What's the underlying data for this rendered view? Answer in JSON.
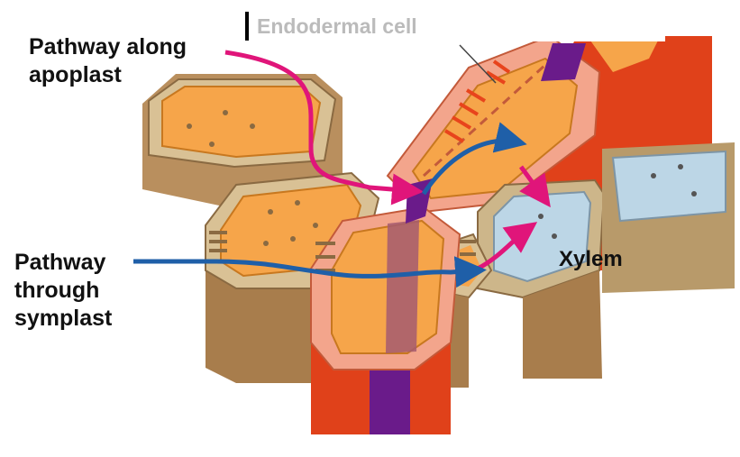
{
  "labels": {
    "apoplast": "Pathway along\napoplast",
    "symplast": "Pathway\nthrough\nsymplast",
    "xylem": "Xylem",
    "endodermal_cell": "Endodermal cell"
  },
  "colors": {
    "apoplast_arrow": "#e0157a",
    "symplast_arrow": "#1f5fa8",
    "casparian_strip": "#6a1b8a",
    "endodermis_wall": "#e8441c",
    "cell_wall": "#cdb68a",
    "cytoplasm": "#f6a54a",
    "xylem_lumen": "#bcd6e6"
  }
}
